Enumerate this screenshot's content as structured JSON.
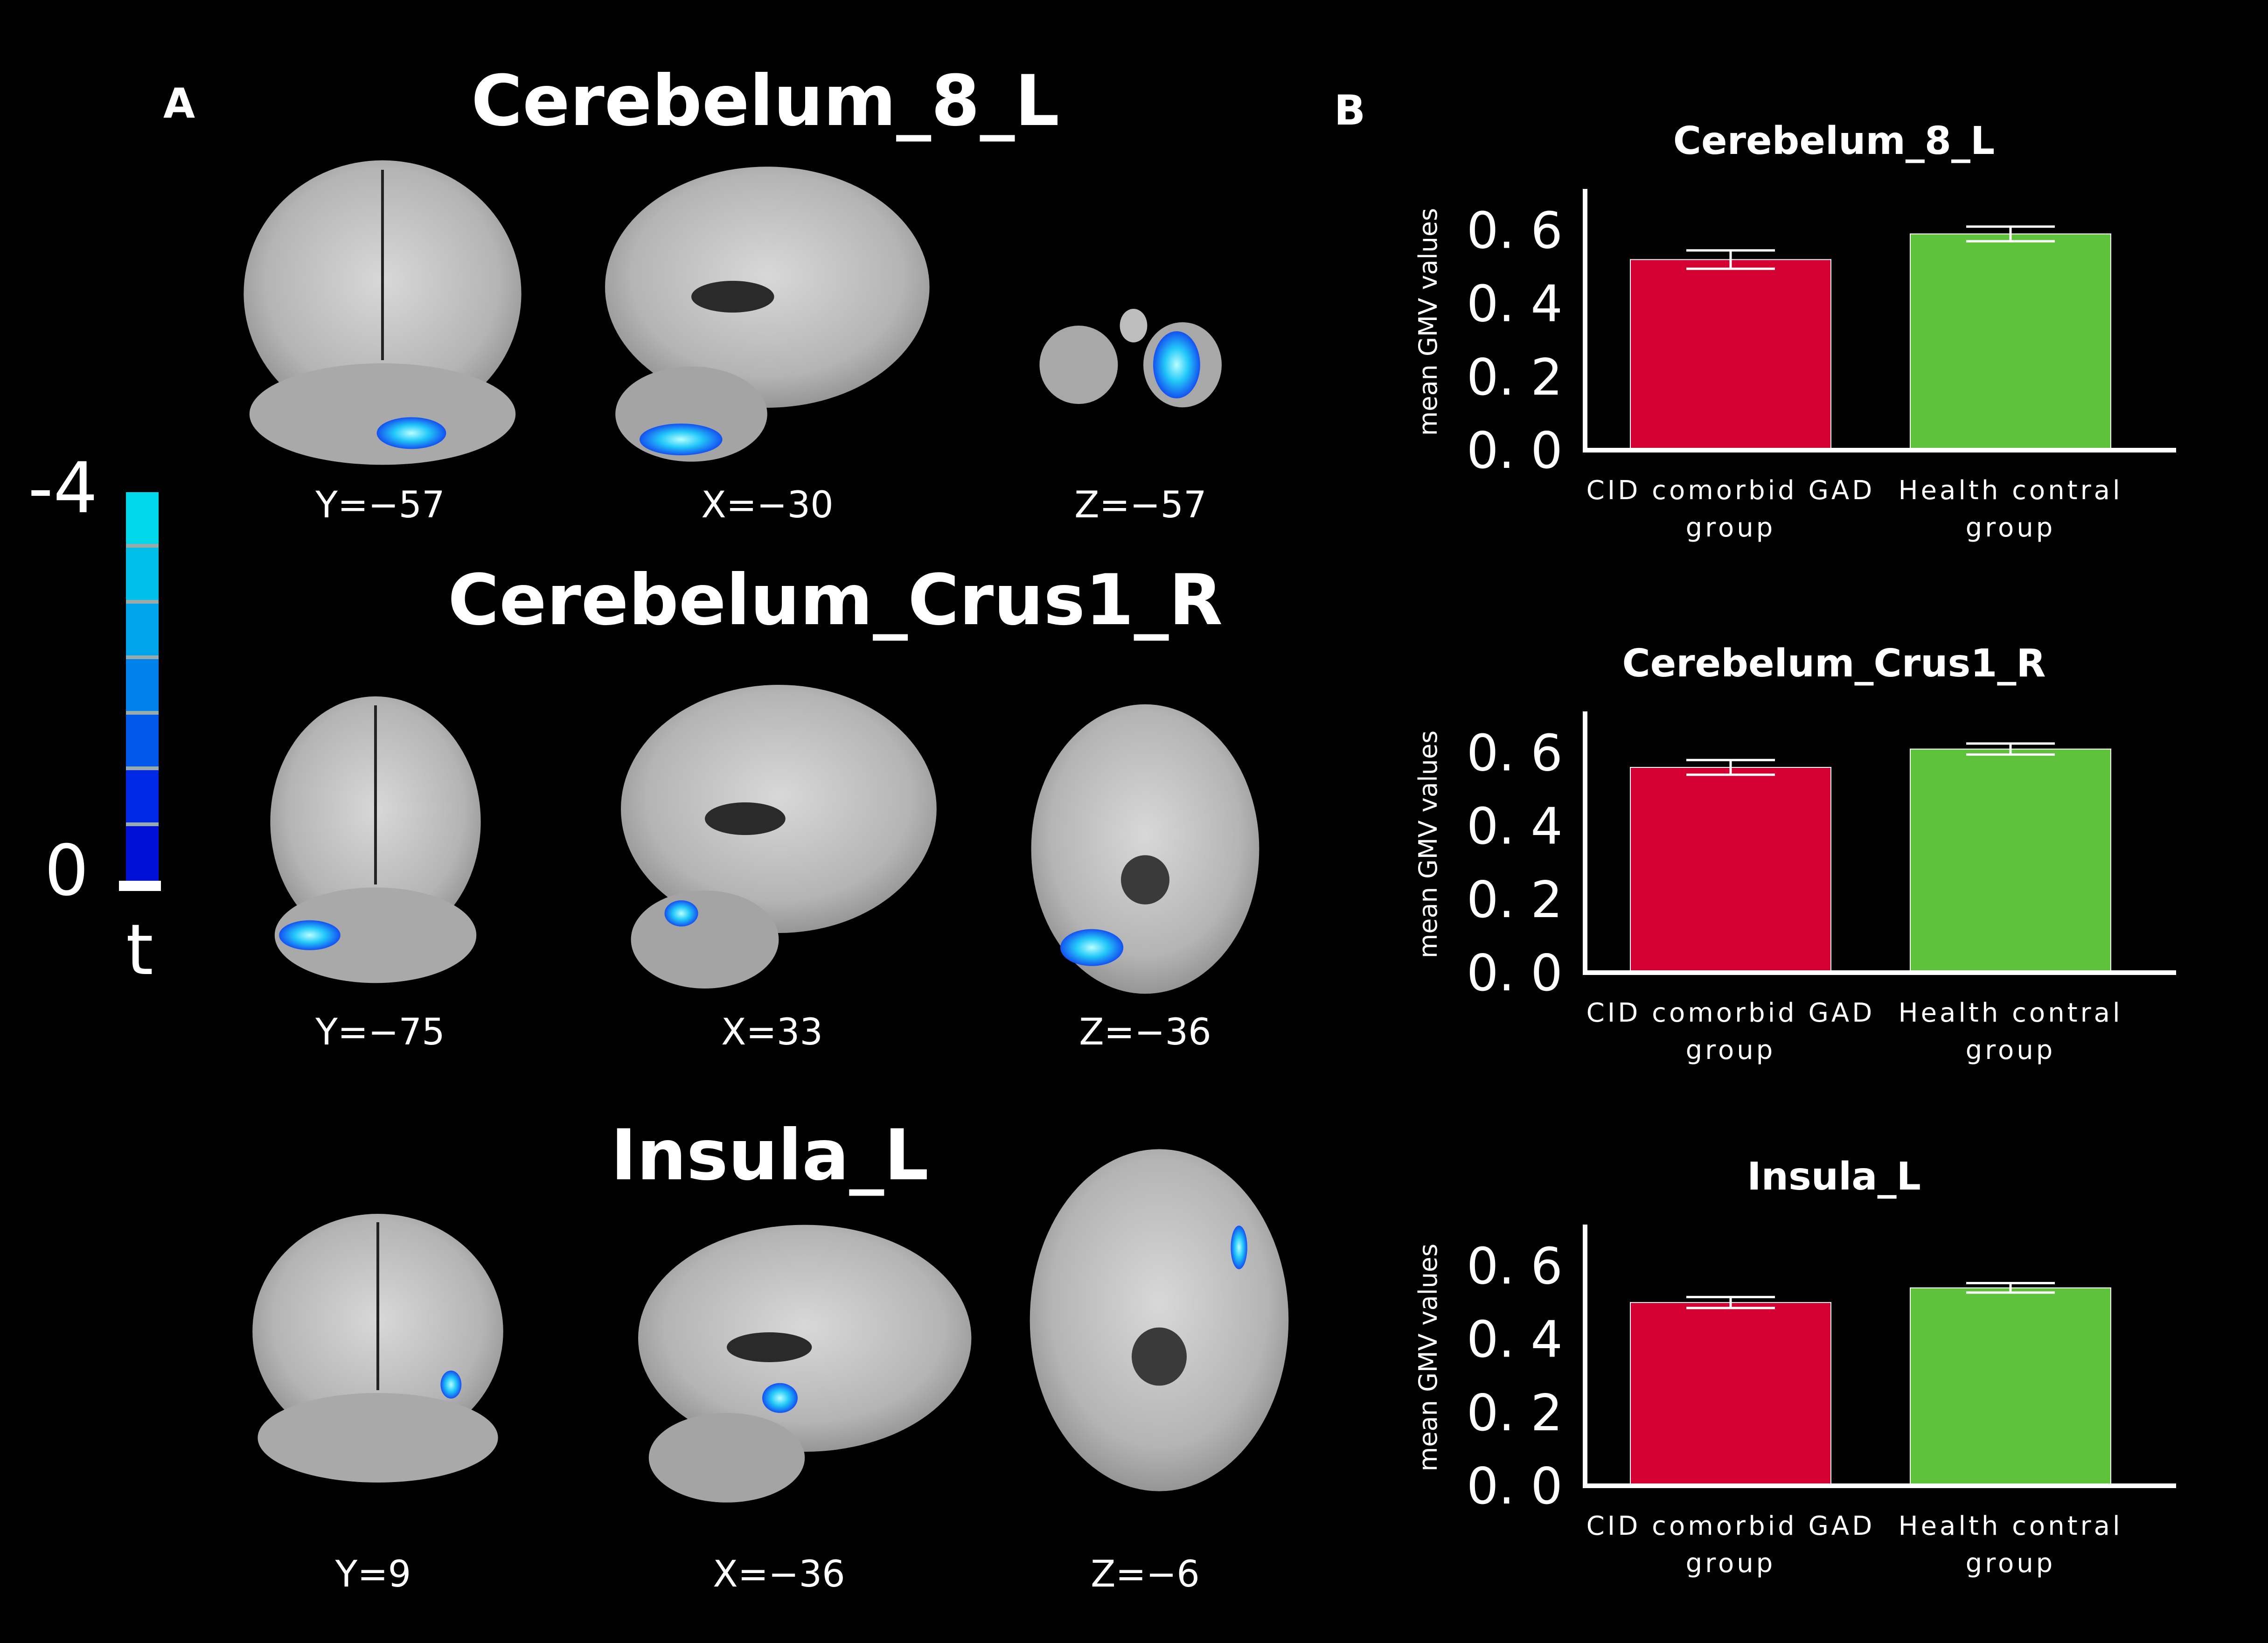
{
  "panel_a": {
    "letter": "A",
    "colorbar": {
      "top_label": "-4",
      "bottom_label": "0",
      "unit_label": "t",
      "colors": [
        "#00d8ea",
        "#00c0ea",
        "#00a4ea",
        "#0080ea",
        "#0058ea",
        "#0028e6",
        "#0010d8"
      ]
    },
    "regions": [
      {
        "title": "Cerebelum_8_L",
        "slices": [
          {
            "view": "coronal",
            "coord": "Y=−57"
          },
          {
            "view": "sagittal",
            "coord": "X=−30"
          },
          {
            "view": "axial",
            "coord": "Z=−57"
          }
        ]
      },
      {
        "title": "Cerebelum_Crus1_R",
        "slices": [
          {
            "view": "coronal",
            "coord": "Y=−75"
          },
          {
            "view": "sagittal",
            "coord": "X=33"
          },
          {
            "view": "axial",
            "coord": "Z=−36"
          }
        ]
      },
      {
        "title": "Insula_L",
        "slices": [
          {
            "view": "coronal",
            "coord": "Y=9"
          },
          {
            "view": "sagittal",
            "coord": "X=−36"
          },
          {
            "view": "axial",
            "coord": "Z=−6"
          }
        ]
      }
    ]
  },
  "panel_b": {
    "letter": "B"
  },
  "colors": {
    "cid_bar": "#d50032",
    "hc_bar": "#5ec23a",
    "axis": "#ffffff",
    "background": "#000000"
  },
  "chart_data": [
    {
      "type": "bar",
      "title": "Cerebelum_8_L",
      "ylabel": "mean GMV values",
      "categories": [
        "CID comorbid GAD group",
        "Health contral group"
      ],
      "values": [
        0.52,
        0.59
      ],
      "errors": [
        0.025,
        0.02
      ],
      "ylim": [
        0,
        0.7
      ],
      "yticks": [
        "0. 0",
        "0. 2",
        "0. 4",
        "0. 6"
      ],
      "ytick_values": [
        0,
        0.2,
        0.4,
        0.6
      ]
    },
    {
      "type": "bar",
      "title": "Cerebelum_Crus1_R",
      "ylabel": "mean GMV values",
      "categories": [
        "CID comorbid GAD group",
        "Health contral group"
      ],
      "values": [
        0.56,
        0.61
      ],
      "errors": [
        0.02,
        0.015
      ],
      "ylim": [
        0,
        0.7
      ],
      "yticks": [
        "0. 0",
        "0. 2",
        "0. 4",
        "0. 6"
      ],
      "ytick_values": [
        0,
        0.2,
        0.4,
        0.6
      ]
    },
    {
      "type": "bar",
      "title": "Insula_L",
      "ylabel": "mean GMV values",
      "categories": [
        "CID comorbid GAD group",
        "Health contral group"
      ],
      "values": [
        0.5,
        0.54
      ],
      "errors": [
        0.015,
        0.013
      ],
      "ylim": [
        0,
        0.7
      ],
      "yticks": [
        "0. 0",
        "0. 2",
        "0. 4",
        "0. 6"
      ],
      "ytick_values": [
        0,
        0.2,
        0.4,
        0.6
      ]
    }
  ]
}
